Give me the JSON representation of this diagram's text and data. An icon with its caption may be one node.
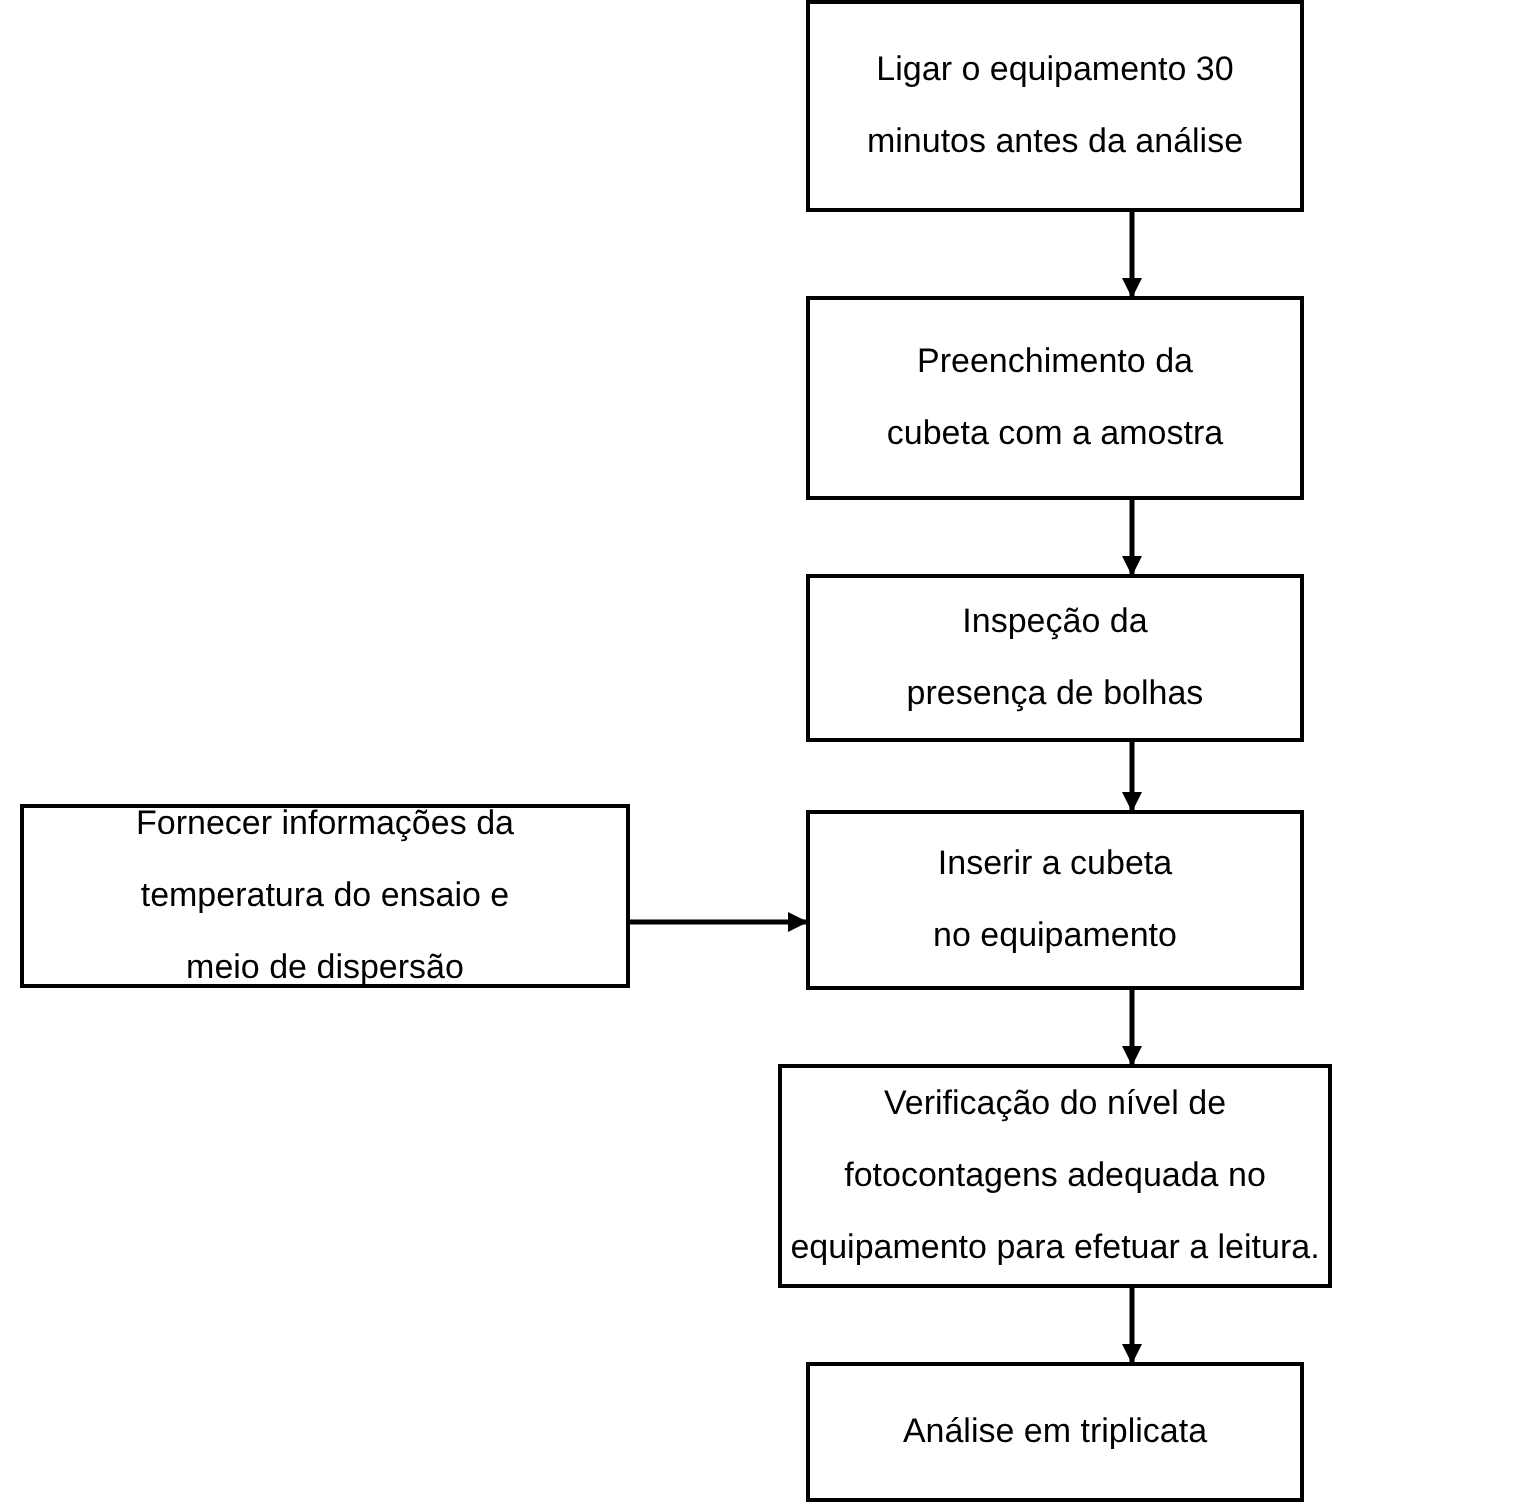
{
  "diagram": {
    "nodes": [
      {
        "text": [
          "Ligar o equipamento 30 minutos antes da análise"
        ]
      },
      {
        "text": [
          "Preenchimento da cubeta com a amostra"
        ]
      },
      {
        "text": [
          "Inspeção da presença de bolhas"
        ]
      },
      {
        "text": [
          "Fornecer informações da temperatura do ensaio e meio de dispersão"
        ]
      },
      {
        "text": [
          "Inserir a cubeta no equipamento"
        ]
      },
      {
        "text": [
          "Verificação do nível de fotocontagens adequada no equipamento para efetuar a leitura."
        ]
      },
      {
        "text": [
          "Análise em triplicata"
        ]
      }
    ],
    "edges": [
      {
        "from": 0,
        "to": 1,
        "arrow": "to"
      },
      {
        "from": 1,
        "to": 2,
        "arrow": "to"
      },
      {
        "from": 2,
        "to": 4,
        "arrow": "to"
      },
      {
        "from": 3,
        "to": 4,
        "arrow": "to"
      },
      {
        "from": 4,
        "to": 5,
        "arrow": "to"
      },
      {
        "from": 5,
        "to": 6,
        "arrow": "to"
      }
    ]
  }
}
